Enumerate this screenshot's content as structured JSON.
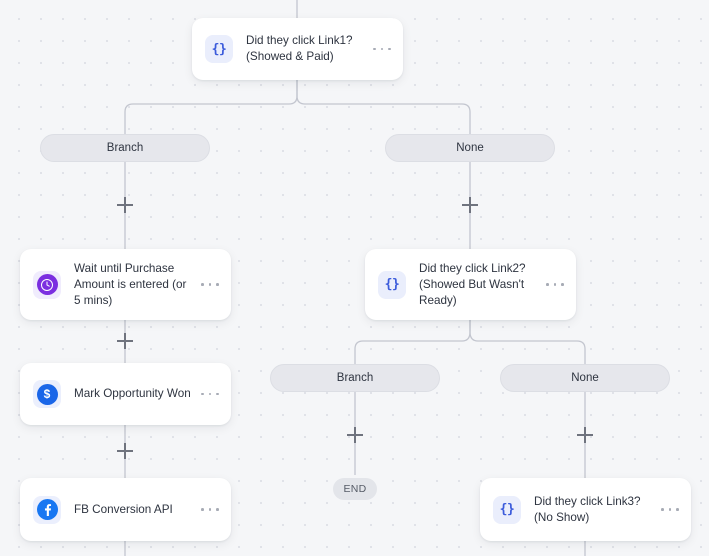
{
  "canvas": {
    "background_color": "#f5f6f8",
    "dot_color": "#e0e2e8",
    "edge_color": "#c3c6cf"
  },
  "nodes": [
    {
      "id": "link1",
      "icon": "code-braces-icon",
      "icon_glyph": "{}",
      "label": "Did they click Link1? (Showed & Paid)",
      "menu": "node-menu-icon"
    },
    {
      "id": "wait-purchase",
      "icon": "clock-icon",
      "icon_glyph": "◔",
      "label": "Wait until Purchase Amount is entered (or 5 mins)",
      "menu": "node-menu-icon"
    },
    {
      "id": "link2",
      "icon": "code-braces-icon",
      "icon_glyph": "{}",
      "label": "Did they click Link2? (Showed But Wasn't Ready)",
      "menu": "node-menu-icon"
    },
    {
      "id": "mark-opportunity-won",
      "icon": "dollar-icon",
      "icon_glyph": "$",
      "label": "Mark Opportunity Won",
      "menu": "node-menu-icon"
    },
    {
      "id": "fb-conversion-api",
      "icon": "facebook-icon",
      "icon_glyph": "f",
      "label": "FB Conversion API",
      "menu": "node-menu-icon"
    },
    {
      "id": "link3",
      "icon": "code-braces-icon",
      "icon_glyph": "{}",
      "label": "Did they click Link3? (No Show)",
      "menu": "node-menu-icon"
    }
  ],
  "branch_pills": [
    {
      "id": "branch-1-left",
      "label": "Branch"
    },
    {
      "id": "branch-1-right",
      "label": "None"
    },
    {
      "id": "branch-2-left",
      "label": "Branch"
    },
    {
      "id": "branch-2-right",
      "label": "None"
    }
  ],
  "end_nodes": [
    {
      "id": "end-1",
      "label": "END"
    }
  ],
  "add_buttons": [
    {
      "id": "add-step-branch1-left",
      "icon": "plus-icon"
    },
    {
      "id": "add-step-branch1-right",
      "icon": "plus-icon"
    },
    {
      "id": "add-step-after-wait",
      "icon": "plus-icon"
    },
    {
      "id": "add-step-after-mark",
      "icon": "plus-icon"
    },
    {
      "id": "add-step-branch2-left",
      "icon": "plus-icon"
    },
    {
      "id": "add-step-branch2-right",
      "icon": "plus-icon"
    }
  ]
}
